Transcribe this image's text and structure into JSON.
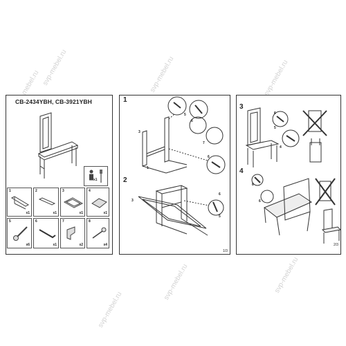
{
  "title": "CB-2434YBH, CB-3921YBH",
  "watermark": "svp-mebel.ru",
  "page_numbers": {
    "middle": "1/3",
    "right": "2/3"
  },
  "tools": {
    "qty": "x1"
  },
  "parts": [
    {
      "num": "1",
      "qty": "x1",
      "icon": "side-frame-part-icon"
    },
    {
      "num": "2",
      "qty": "x1",
      "icon": "rail-part-icon"
    },
    {
      "num": "3",
      "qty": "x1",
      "icon": "backrest-frame-part-icon"
    },
    {
      "num": "4",
      "qty": "x1",
      "icon": "seat-part-icon"
    },
    {
      "num": "5",
      "qty": "x6",
      "icon": "bolt-icon"
    },
    {
      "num": "6",
      "qty": "x1",
      "icon": "allen-key-icon"
    },
    {
      "num": "7",
      "qty": "x2",
      "icon": "corner-bracket-icon"
    },
    {
      "num": "8",
      "qty": "x4",
      "icon": "screw-icon"
    }
  ],
  "steps": [
    {
      "num": "1",
      "labels": [
        "3",
        "1",
        "5",
        "6",
        "7",
        "6"
      ]
    },
    {
      "num": "2",
      "labels": [
        "3",
        "6",
        "5"
      ]
    },
    {
      "num": "3",
      "labels": [
        "6",
        "5",
        "4"
      ]
    },
    {
      "num": "4",
      "labels": [
        "8",
        "6"
      ]
    }
  ]
}
